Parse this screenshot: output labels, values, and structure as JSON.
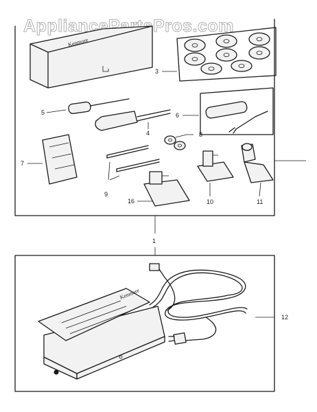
{
  "watermark": "AppliancePartsPros.com",
  "brand_label": "Kenmore",
  "callouts": [
    "1",
    "3",
    "4",
    "5",
    "6",
    "7",
    "8",
    "9",
    "10",
    "11",
    "12",
    "16"
  ]
}
